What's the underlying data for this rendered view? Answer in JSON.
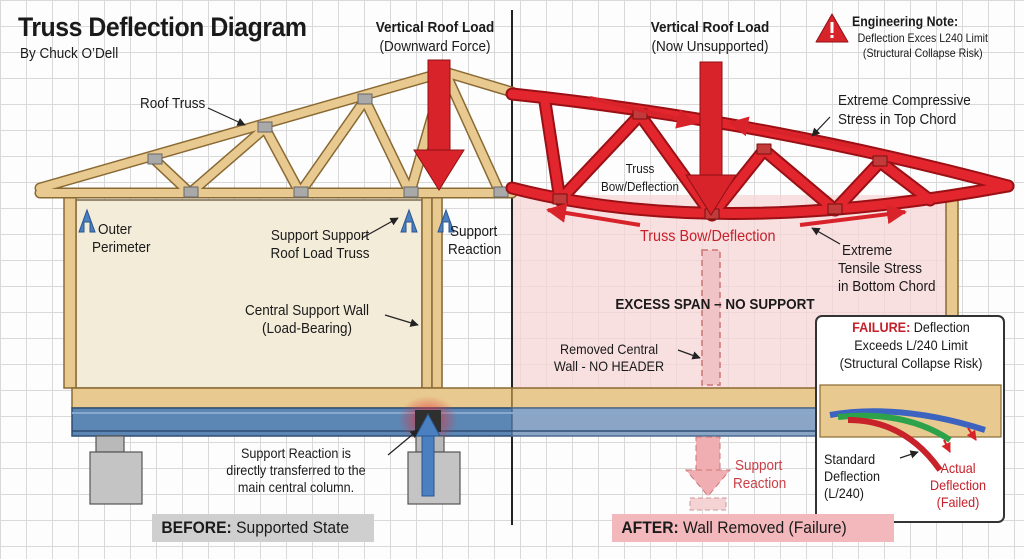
{
  "header": {
    "title": "Truss Deflection Diagram",
    "byline": "By Chuck O’Dell"
  },
  "left": {
    "load_title": "Vertical Roof Load",
    "load_sub": "(Downward Force)",
    "roof_truss": "Roof Truss",
    "outer_perimeter_1": "Outer",
    "outer_perimeter_2": "Perimeter",
    "support_roof_1": "Support Support",
    "support_roof_2": "Roof Load Truss",
    "support_reaction_1": "Support",
    "support_reaction_2": "Reaction",
    "central_wall_1": "Central Support Wall",
    "central_wall_2": "(Load-Bearing)",
    "transfer_1": "Support Reaction is",
    "transfer_2": "directly transferred to the",
    "transfer_3": "main central column.",
    "state_bold": "BEFORE:",
    "state_rest": " Supported State"
  },
  "right": {
    "load_title": "Vertical Roof Load",
    "load_sub": "(Now Unsupported)",
    "note_title": "Engineering Note:",
    "note_line1": "Deflection Exces L240 Limit",
    "note_line2": "(Structural Collapse Risk)",
    "compressive_1": "Extreme Compressive",
    "compressive_2": "Stress in Top Chord",
    "truss_bow_1": "Truss",
    "truss_bow_2": "Bow/Deflection",
    "truss_bow_main": "Truss Bow/Deflection",
    "tensile_1": "Extreme",
    "tensile_2": "Tensile Stress",
    "tensile_3": "in Bottom Chord",
    "excess_span": "EXCESS SPAN – NO SUPPORT",
    "removed_1": "Removed Central",
    "removed_2": "Wall - NO HEADER",
    "support_reaction_1": "Support",
    "support_reaction_2": "Reaction",
    "state_bold": "AFTER:",
    "state_rest": " Wall Removed (Failure)"
  },
  "inset": {
    "failure_bold": "FAILURE:",
    "failure_rest": " Deflection",
    "failure_2": "Exceeds L/240 Limit",
    "failure_3": "(Structural Collapse Risk)",
    "standard_1": "Standard",
    "standard_2": "Deflection",
    "standard_3": "(L/240)",
    "actual_1": "Actual",
    "actual_2": "Deflection",
    "actual_3": "(Failed)"
  },
  "colors": {
    "wood": "#e8c98f",
    "wood_edge": "#8a6a34",
    "red": "#d8232a",
    "arrow_blue": "#4a7fc0",
    "beam_blue": "#5c87b5",
    "wall_fill": "#f3ecd9",
    "pink_zone": "#f6d4d6"
  }
}
